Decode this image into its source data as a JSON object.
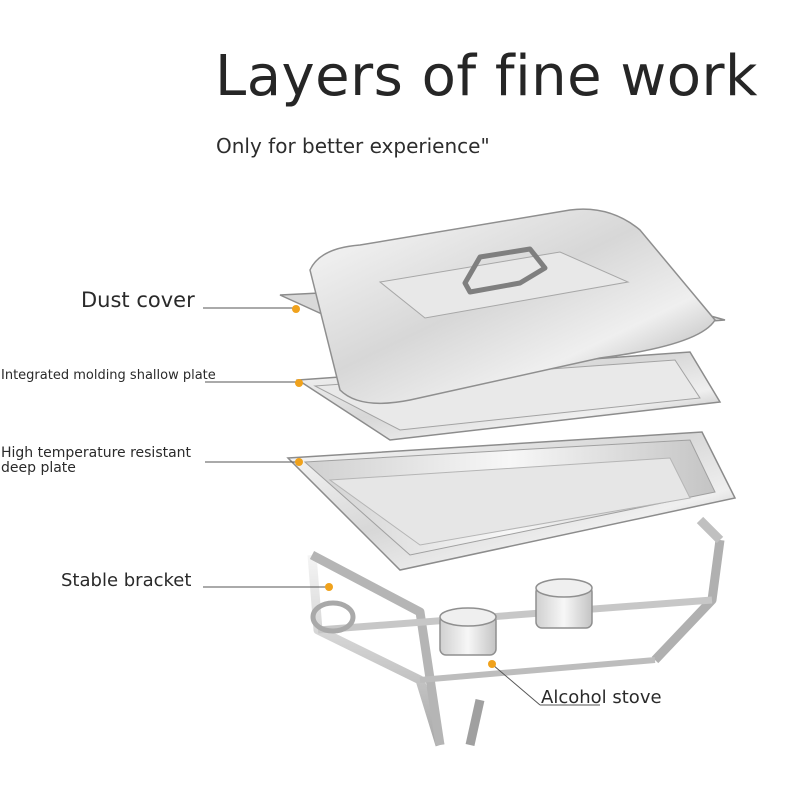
{
  "heading": {
    "title": "Layers of fine work",
    "subtitle": "Only for better experience\""
  },
  "callouts": {
    "dust_cover": "Dust cover",
    "shallow_plate": "Integrated molding shallow plate",
    "deep_plate_line1": "High temperature resistant",
    "deep_plate_line2": "deep plate",
    "stable_bracket": "Stable bracket",
    "alcohol_stove": "Alcohol stove"
  },
  "colors": {
    "marker": "#f0a21c",
    "leader_line": "#555555",
    "steel_light": "#f2f2f2",
    "steel_mid": "#c9c9c9",
    "steel_dark": "#8a8a8a"
  }
}
